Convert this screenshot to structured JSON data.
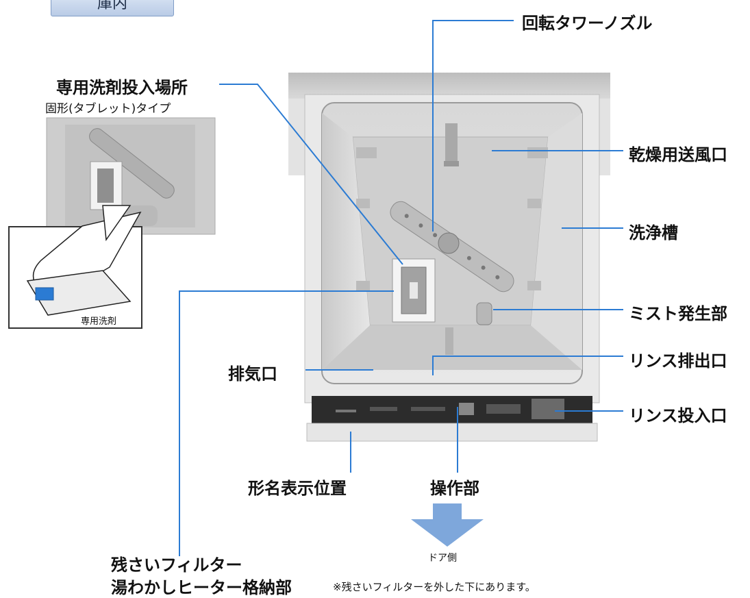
{
  "section": {
    "title": "庫内"
  },
  "labels": {
    "rotating_tower_nozzle": "回転タワーノズル",
    "detergent_slot": "専用洗剤投入場所",
    "detergent_type": "固形(タブレット)タイプ",
    "dedicated_detergent": "専用洗剤",
    "drying_air_outlet": "乾燥用送風口",
    "wash_tub": "洗浄槽",
    "mist_generator": "ミスト発生部",
    "exhaust_port": "排気口",
    "rinse_outlet": "リンス排出口",
    "rinse_inlet": "リンス投入口",
    "model_name_position": "形名表示位置",
    "control_panel": "操作部",
    "door_side": "ドア側",
    "residue_filter_line1": "残さいフィルター",
    "residue_filter_line2": "湯わかしヒーター格納部",
    "residue_filter_note": "※残さいフィルターを外した下にあります。"
  },
  "colors": {
    "leader_line": "#2b7bd3",
    "arrow": "#7ea7db"
  }
}
